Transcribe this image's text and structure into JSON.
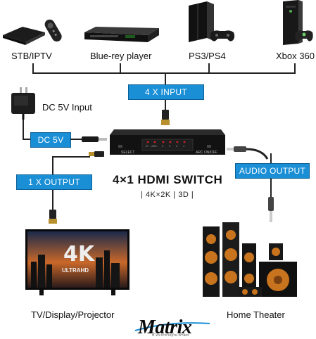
{
  "sources": [
    {
      "label": "STB/IPTV",
      "icon": "stb-icon"
    },
    {
      "label": "Blue-rey player",
      "icon": "bluray-player-icon"
    },
    {
      "label": "PS3/PS4",
      "icon": "ps4-icon"
    },
    {
      "label": "Xbox 360",
      "icon": "xbox-icon"
    }
  ],
  "boxes": {
    "input": "4 X INPUT",
    "power": "DC 5V",
    "output": "1 X OUTPUT",
    "audio": "AUDIO OUTPUT"
  },
  "power_label": "DC 5V Input",
  "device": {
    "title": "4×1 HDMI SWITCH",
    "subtitle": "| 4K×2K | 3D |",
    "select_label": "SELECT",
    "arc_label": "ARC ON/OFF",
    "indicators": [
      "IR",
      "ARC",
      "4",
      "3",
      "2",
      "1"
    ]
  },
  "tv": {
    "label": "TV/Display/Projector",
    "badge_big": "4K",
    "badge_small": "ULTRAHD"
  },
  "theater": {
    "label": "Home Theater"
  },
  "brand": {
    "name": "Matrix",
    "tagline": "מוצרים אלקטרוניים בע\"מ"
  },
  "colors": {
    "accent": "#1a8fd6",
    "line": "#222222"
  }
}
